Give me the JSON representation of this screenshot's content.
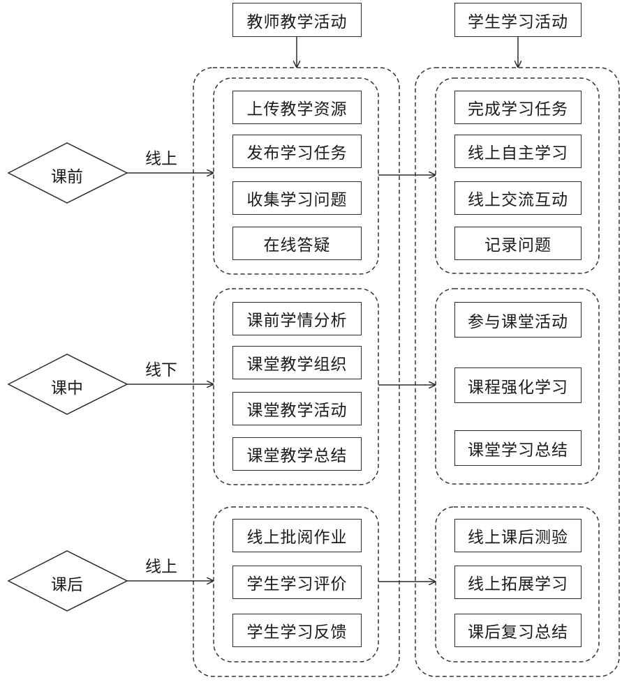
{
  "headers": {
    "teacher": "教师教学活动",
    "student": "学生学习活动"
  },
  "phases": [
    {
      "label": "课前",
      "mode": "线上",
      "teacher": [
        "上传教学资源",
        "发布学习任务",
        "收集学习问题",
        "在线答疑"
      ],
      "student": [
        "完成学习任务",
        "线上自主学习",
        "线上交流互动",
        "记录问题"
      ]
    },
    {
      "label": "课中",
      "mode": "线下",
      "teacher": [
        "课前学情分析",
        "课堂教学组织",
        "课堂教学活动",
        "课堂教学总结"
      ],
      "student": [
        "参与课堂活动",
        "课程强化学习",
        "课堂学习总结"
      ]
    },
    {
      "label": "课后",
      "mode": "线上",
      "teacher": [
        "线上批阅作业",
        "学生学习评价",
        "学生学习反馈"
      ],
      "student": [
        "线上课后测验",
        "线上拓展学习",
        "课后复习总结"
      ]
    }
  ]
}
